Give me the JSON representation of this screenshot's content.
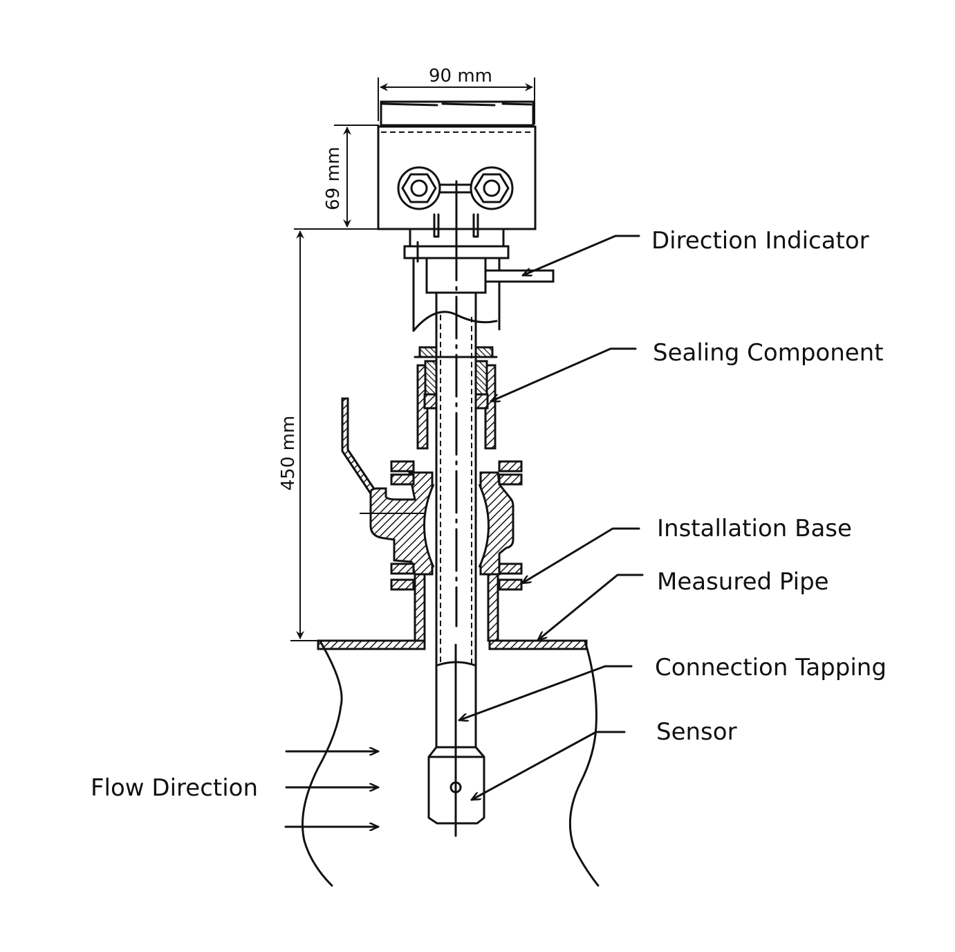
{
  "dimensions": {
    "width": "90 mm",
    "housing_height": "69 mm",
    "insertion_length": "450 mm"
  },
  "callouts": [
    {
      "id": "direction-indicator",
      "label": "Direction Indicator"
    },
    {
      "id": "sealing-component",
      "label": "Sealing Component"
    },
    {
      "id": "installation-base",
      "label": "Installation Base"
    },
    {
      "id": "measured-pipe",
      "label": "Measured Pipe"
    },
    {
      "id": "connection-tapping",
      "label": "Connection Tapping"
    },
    {
      "id": "sensor",
      "label": "Sensor"
    }
  ],
  "flow": {
    "label": "Flow Direction",
    "arrow_count": 3
  }
}
